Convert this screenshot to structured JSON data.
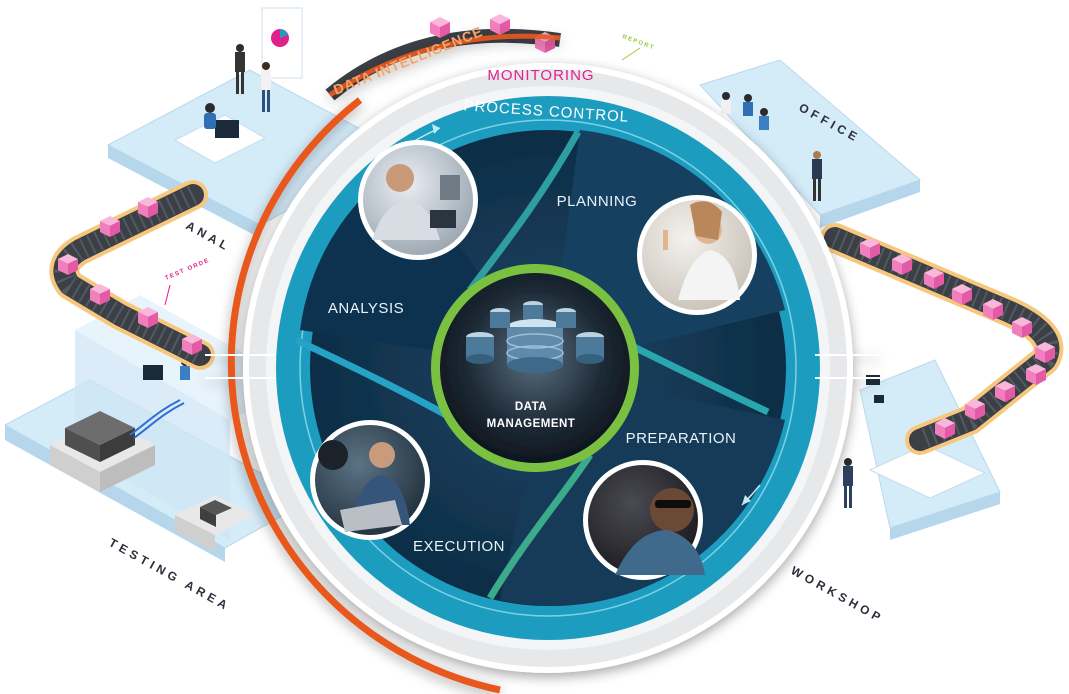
{
  "areas": {
    "office": "OFFICE",
    "analysis_area": "ANAL",
    "testing_area": "TESTING AREA",
    "workshop": "WORKSHOP"
  },
  "conveyor_tags": {
    "report": "REPORT",
    "test_order": "TEST ORDE"
  },
  "rings": {
    "data_intelligence": "DATA INTELLIGENCE",
    "monitoring": "MONITORING",
    "process_control": "PROCESS CONTROL"
  },
  "segments": {
    "planning": "PLANNING",
    "analysis": "ANALYSIS",
    "preparation": "PREPARATION",
    "execution": "EXECUTION"
  },
  "hub": {
    "line1": "DATA",
    "line2": "MANAGEMENT"
  },
  "colors": {
    "platform": "#d4ebf8",
    "conveyor_belt": "#3b3f46",
    "conveyor_rail": "#f7c77d",
    "box": "#f28ac3",
    "ring_outer": "#e6e8ea",
    "ring_orange": "#e8581e",
    "ring_teal": "#1f9dbf",
    "wheel_dark": "#0f2f4a",
    "wheel_mid": "#143a57",
    "hub_green": "#7ac143",
    "accent_pink": "#e0218a"
  },
  "icons": {
    "cube": "cube-icon",
    "database": "database-icon",
    "person": "person-icon",
    "monitor": "monitor-icon"
  }
}
